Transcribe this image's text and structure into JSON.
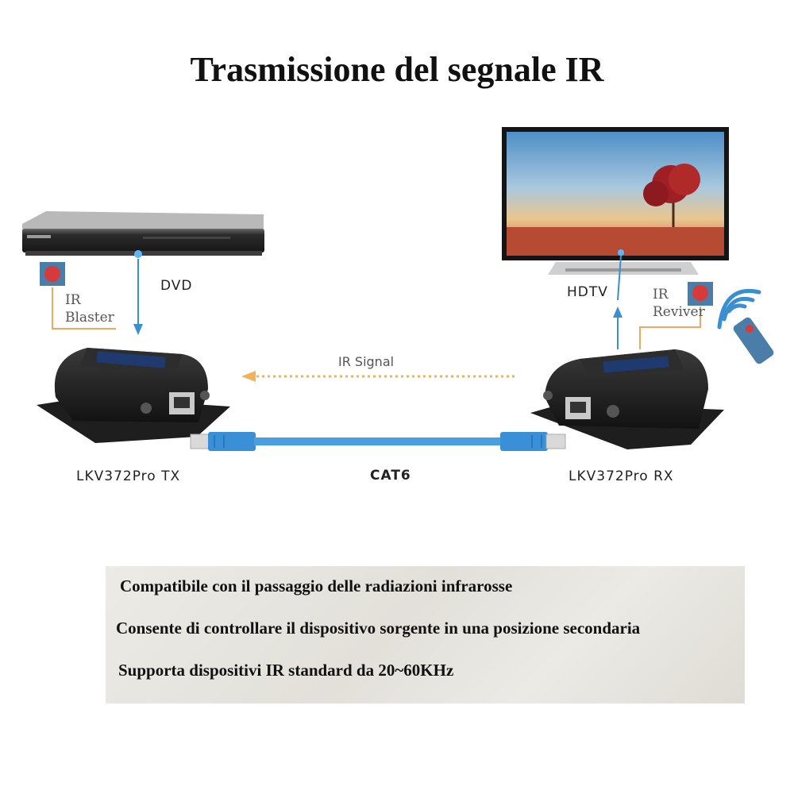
{
  "title": "Trasmissione del segnale IR",
  "labels": {
    "dvd": "DVD",
    "hdtv": "HDTV",
    "ir_signal": "IR Signal",
    "cable": "CAT6",
    "tx": "LKV372Pro TX",
    "rx": "LKV372Pro RX",
    "ir_blaster_line1": "IR",
    "ir_blaster_line2": "Blaster",
    "ir_receiver_line1": "IR",
    "ir_receiver_line2": "Reviver"
  },
  "features": [
    "Compatibile con il passaggio delle radiazioni infrarosse",
    "Consente di controllare il dispositivo sorgente in una posizione secondaria",
    "Supporta dispositivi IR standard da 20~60KHz"
  ],
  "colors": {
    "ir_dot": "#d63a3a",
    "arrow_blue": "#3a8fd0",
    "ir_signal_arrow": "#f2b25a",
    "cable": "#4a9fe0",
    "bracket_orange": "#f0a860"
  }
}
